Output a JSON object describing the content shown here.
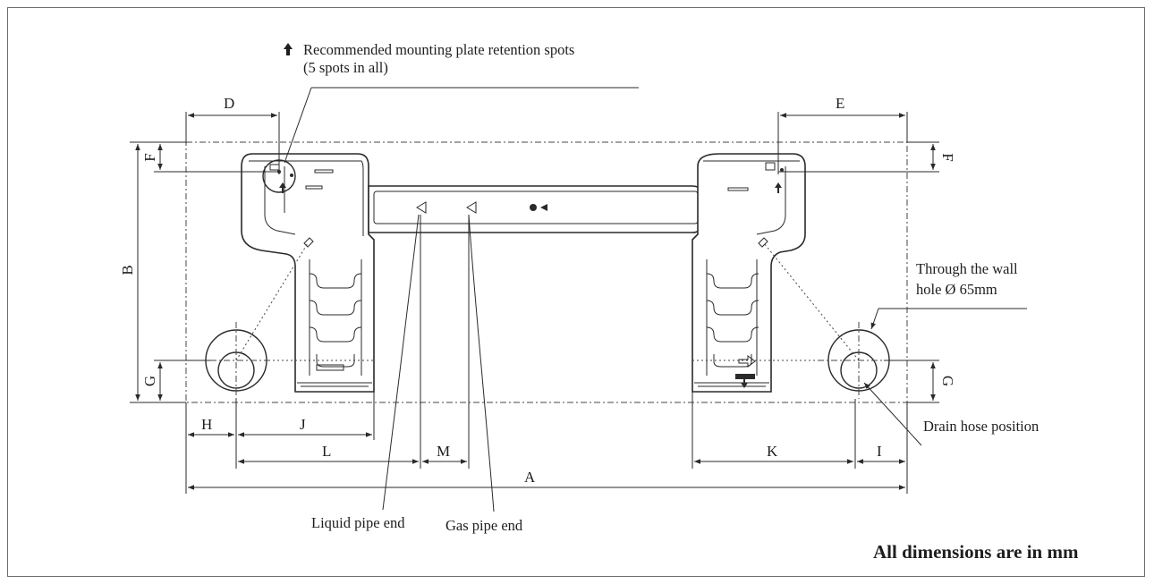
{
  "callouts": {
    "retention_spots_line1": "Recommended mounting plate retention spots",
    "retention_spots_line2": "(5 spots in all)",
    "wall_hole_line1": "Through the wall",
    "wall_hole_line2": "hole Ø 65mm",
    "drain_hose": "Drain hose position",
    "liquid_pipe": "Liquid pipe end",
    "gas_pipe": "Gas pipe end"
  },
  "dimensions": {
    "A": "A",
    "B": "B",
    "D": "D",
    "E": "E",
    "F": "F",
    "G": "G",
    "H": "H",
    "I": "I",
    "J": "J",
    "K": "K",
    "L": "L",
    "M": "M"
  },
  "footer": {
    "units_note": "All dimensions are in mm"
  },
  "colors": {
    "line": "#2a2a2a",
    "border": "#6a6a6a",
    "background": "#ffffff"
  }
}
